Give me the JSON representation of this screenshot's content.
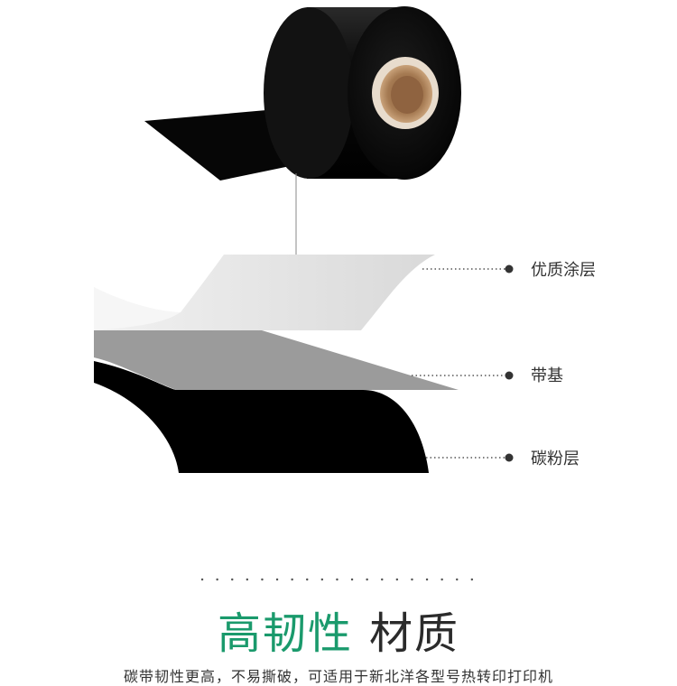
{
  "layers": {
    "coating": "优质涂层",
    "base": "带基",
    "ink": "碳粉层"
  },
  "heading": {
    "highlight": "高韧性",
    "rest": "材质"
  },
  "subtitle": "碳带韧性更高，不易撕破，可适用于新北洋各型号热转印打印机",
  "colors": {
    "accent": "#1a9a6c",
    "roll": "#0d0d0d",
    "coating_layer": "#e2e2e2",
    "base_layer": "#9a9a9a",
    "ink_layer": "#000000",
    "core": "#b38a62"
  }
}
